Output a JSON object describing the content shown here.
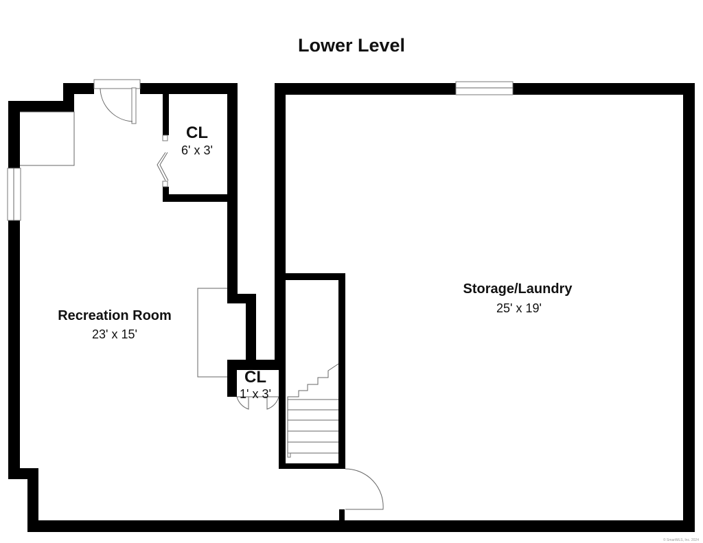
{
  "title": "Lower Level",
  "rooms": {
    "recreation": {
      "name": "Recreation Room",
      "dims": "23' x 15'"
    },
    "closet_upper": {
      "name": "CL",
      "dims": "6' x 3'"
    },
    "closet_lower": {
      "name": "CL",
      "dims": "1' x 3'"
    },
    "storage": {
      "name": "Storage/Laundry",
      "dims": "25' x 19'"
    }
  },
  "copyright": "© SmartMLS, Inc. 2024"
}
